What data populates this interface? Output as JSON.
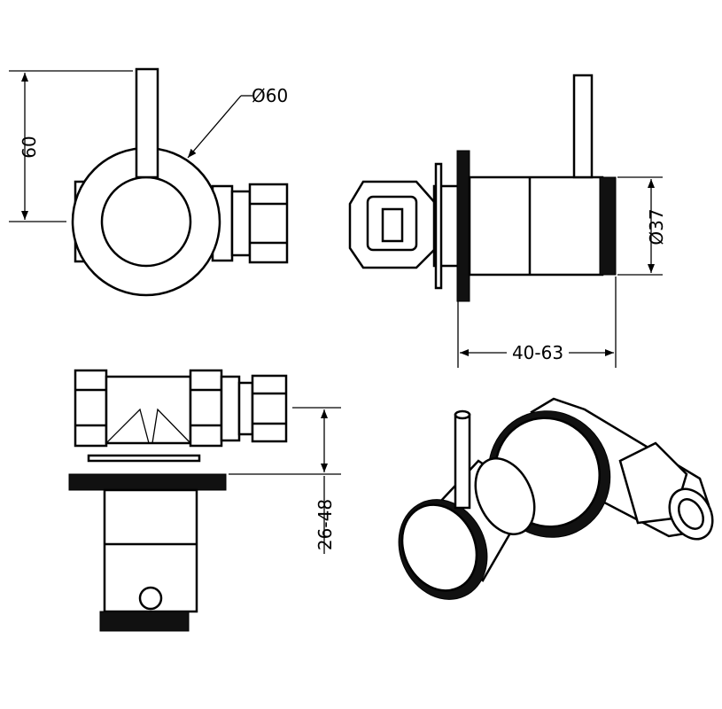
{
  "drawing": {
    "front_view": {
      "diameter_label": "Ø60",
      "height_label": "60"
    },
    "side_view": {
      "diameter_label": "Ø37",
      "depth_label": "40-63"
    },
    "top_view": {
      "projection_label": "26-48"
    }
  },
  "colors": {
    "line": "#000000",
    "background": "#ffffff"
  }
}
